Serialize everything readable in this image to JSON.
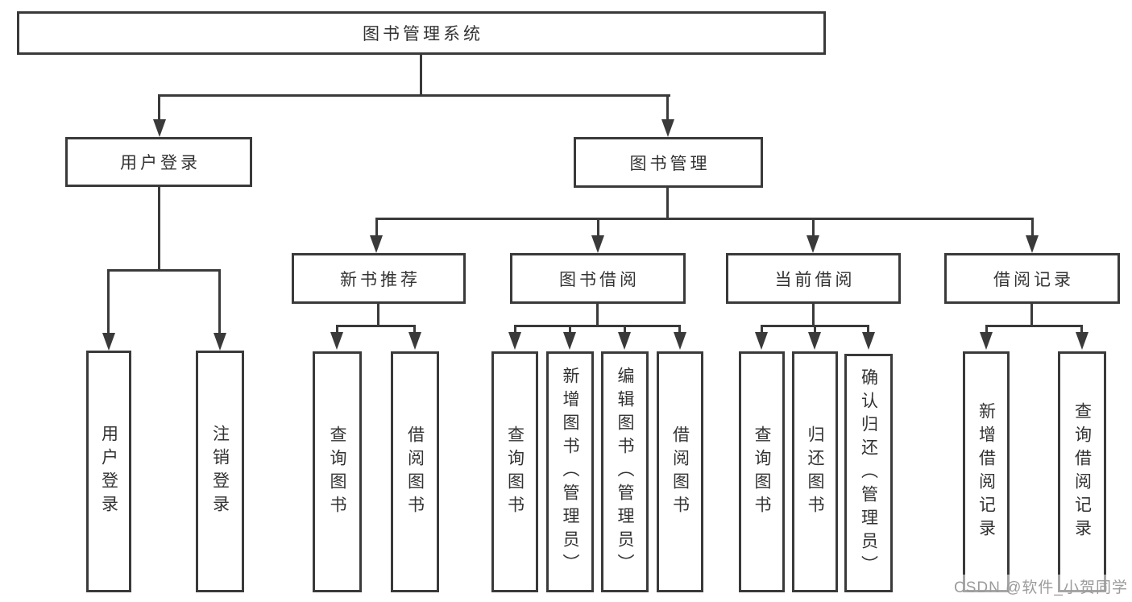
{
  "tree": {
    "label": "图书管理系统",
    "children": [
      {
        "label": "用户登录",
        "children": [
          {
            "label": "用户登录"
          },
          {
            "label": "注销登录"
          }
        ]
      },
      {
        "label": "图书管理",
        "children": [
          {
            "label": "新书推荐",
            "children": [
              {
                "label": "查询图书"
              },
              {
                "label": "借阅图书"
              }
            ]
          },
          {
            "label": "图书借阅",
            "children": [
              {
                "label": "查询图书"
              },
              {
                "label": "新增图书（管理员）"
              },
              {
                "label": "编辑图书（管理员）"
              },
              {
                "label": "借阅图书"
              }
            ]
          },
          {
            "label": "当前借阅",
            "children": [
              {
                "label": "查询图书"
              },
              {
                "label": "归还图书"
              },
              {
                "label": "确认归还（管理员）"
              }
            ]
          },
          {
            "label": "借阅记录",
            "children": [
              {
                "label": "新增借阅记录"
              },
              {
                "label": "查询借阅记录"
              }
            ]
          }
        ]
      }
    ]
  },
  "watermark": {
    "text": "CSDN @软件_小贺同学"
  },
  "colors": {
    "line": "#3a3a3a",
    "text": "#333333",
    "background": "#ffffff",
    "watermark": "#9b9b9b"
  }
}
